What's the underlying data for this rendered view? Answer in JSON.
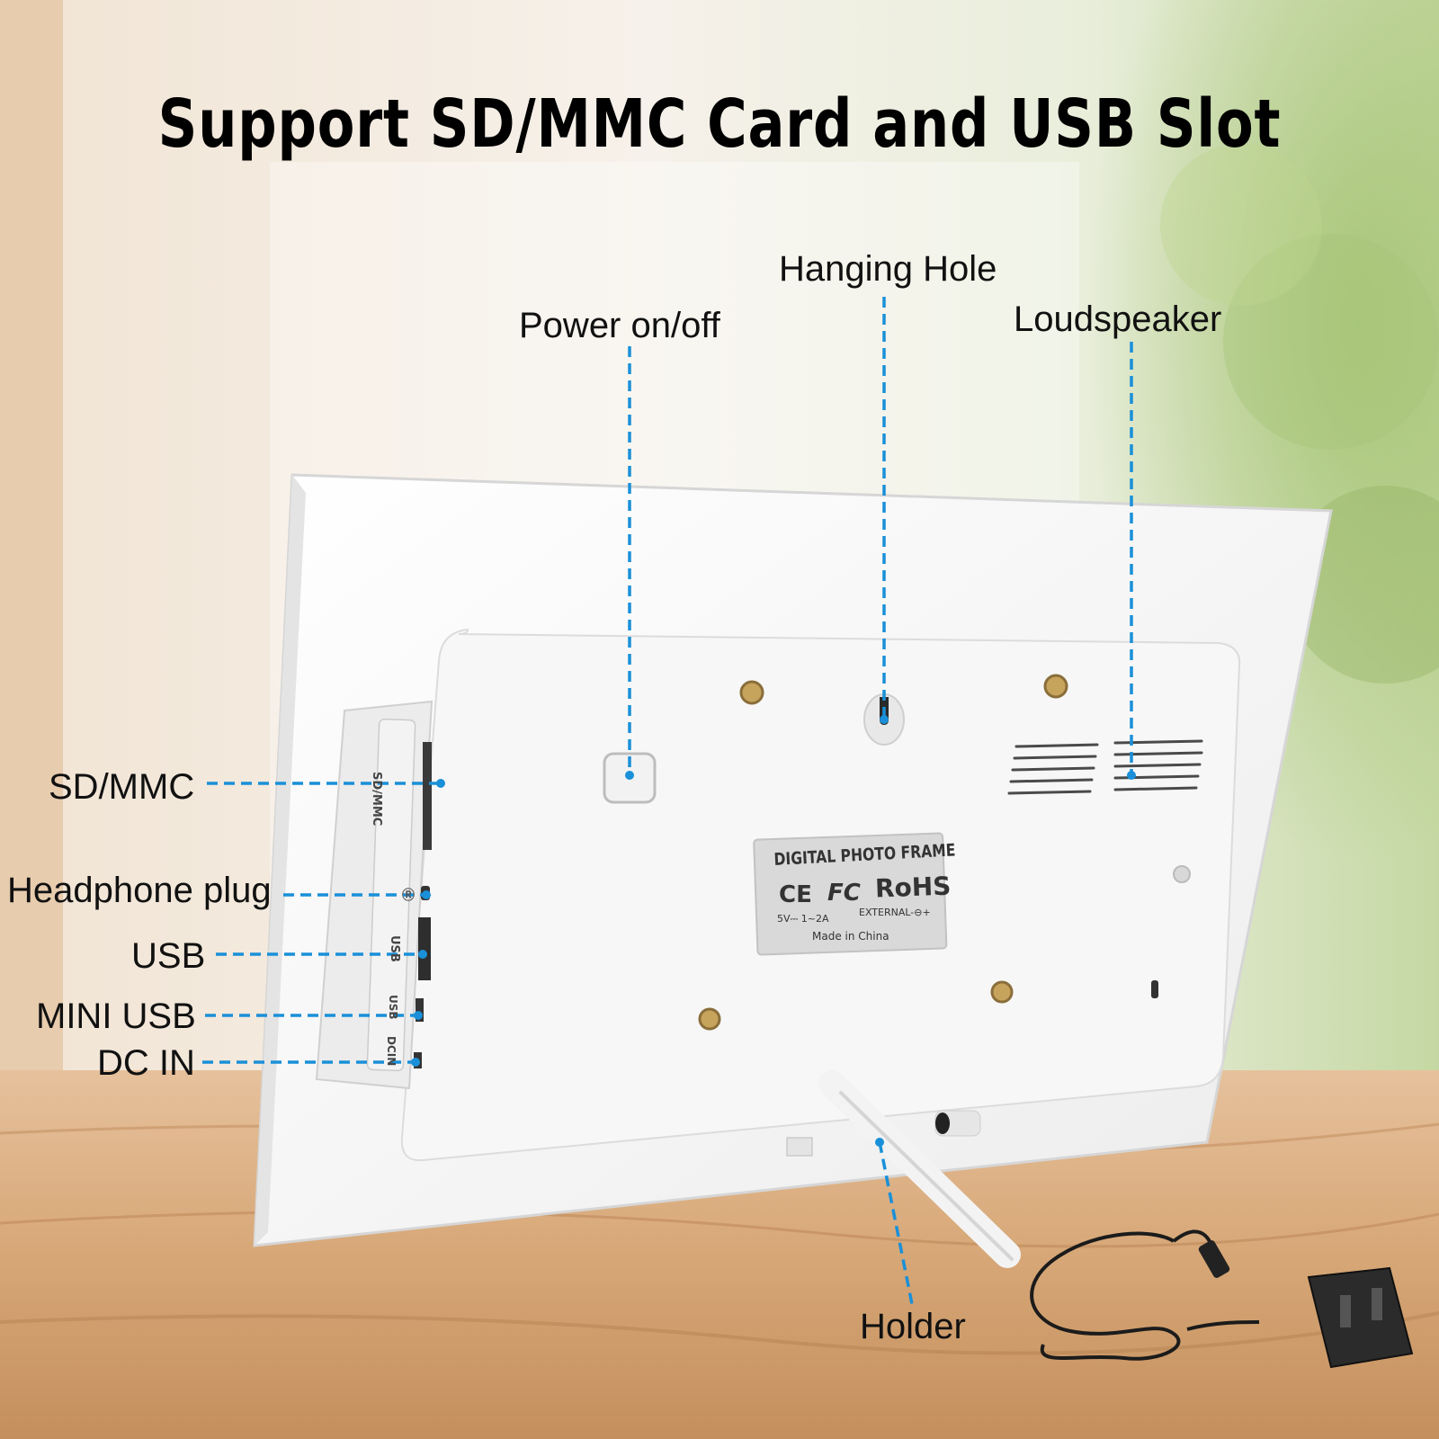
{
  "headline": "Support SD/MMC Card and USB Slot",
  "callouts": {
    "power": "Power on/off",
    "hanging_hole": "Hanging Hole",
    "loudspeaker": "Loudspeaker",
    "sd_mmc": "SD/MMC",
    "headphone": "Headphone plug",
    "usb": "USB",
    "mini_usb": "MINI USB",
    "dc_in": "DC IN",
    "holder": "Holder"
  },
  "side_port_labels": {
    "sd_mmc": "SD/MMC",
    "usb": "USB",
    "mini_usb": "USB",
    "dc_in": "DCIN"
  },
  "product_label": {
    "title": "DIGITAL PHOTO FRAME",
    "ce": "CE",
    "fc": "FC",
    "rohs": "RoHS",
    "power": "5V⎓ 1~2A",
    "external": "EXTERNAL-⊖+",
    "origin": "Made in China"
  },
  "colors": {
    "callout_line": "#1a90d8",
    "frame": "#f4f4f4",
    "table_wood": "#d9a877"
  }
}
